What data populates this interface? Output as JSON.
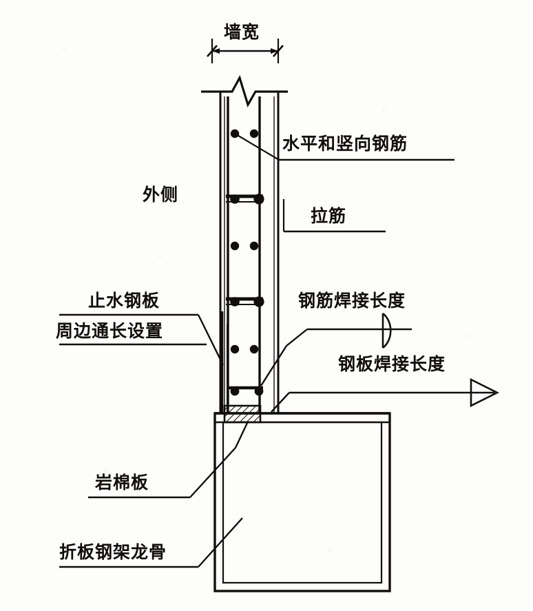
{
  "drawing": {
    "type": "construction-detail-section",
    "description": "Reinforced concrete wall base detail with waterstop steel plate and folded-plate steel frame keel",
    "ink_color": "#100f0d",
    "paper_color": "#fdfdfc"
  },
  "dimension": {
    "label": "墙宽",
    "tick_style": "slash"
  },
  "labels": {
    "outer_side": "外侧",
    "horizontal_vertical_rebar": "水平和竖向钢筋",
    "tie_bars": "拉筋",
    "waterstop_plate_line1": "止水钢板",
    "waterstop_plate_line2": "周边通长设置",
    "rebar_weld_length": "钢筋焊接长度",
    "plate_weld_length": "钢板焊接长度",
    "rock_wool_board": "岩棉板",
    "folded_plate_steel_keel": "折板钢架龙骨"
  },
  "symbols": {
    "rebar_weld_symbol": "fillet-weld-k",
    "plate_weld_symbol": "open-triangle-arrow",
    "break_line": "zigzag-break"
  }
}
